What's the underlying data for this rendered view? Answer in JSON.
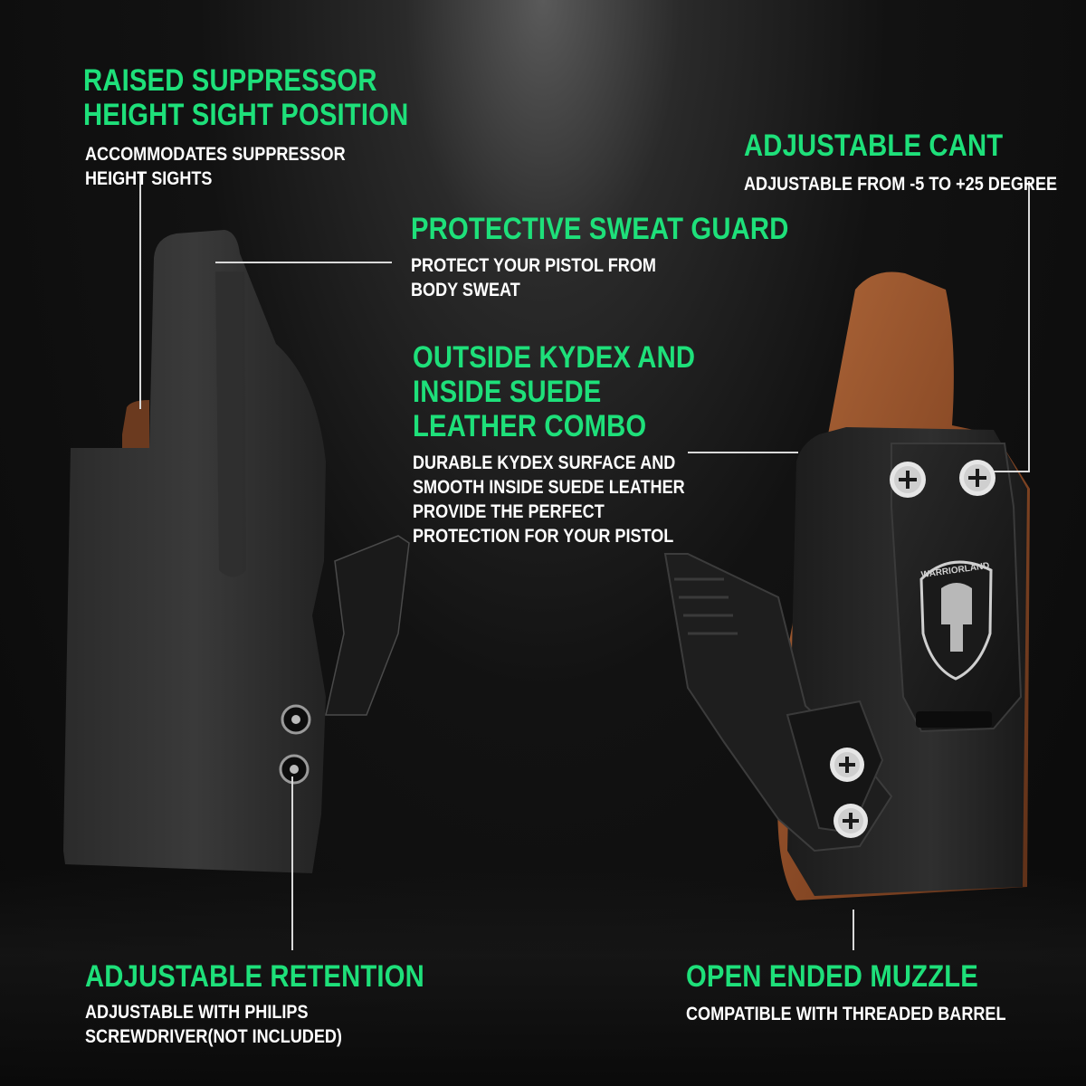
{
  "features": {
    "suppressor_sight": {
      "title_line1": "RAISED SUPPRESSOR",
      "title_line2": "HEIGHT SIGHT POSITION",
      "desc_line1": "ACCOMMODATES SUPPRESSOR",
      "desc_line2": "HEIGHT SIGHTS"
    },
    "sweat_guard": {
      "title": "PROTECTIVE SWEAT GUARD",
      "desc_line1": "PROTECT YOUR PISTOL FROM",
      "desc_line2": "BODY SWEAT"
    },
    "kydex_suede": {
      "title_line1": "OUTSIDE KYDEX AND",
      "title_line2": "INSIDE SUEDE",
      "title_line3": "LEATHER COMBO",
      "desc_line1": "DURABLE KYDEX SURFACE AND",
      "desc_line2": "SMOOTH INSIDE SUEDE LEATHER",
      "desc_line3": "PROVIDE THE PERFECT",
      "desc_line4": "PROTECTION FOR YOUR PISTOL"
    },
    "adjustable_cant": {
      "title": "ADJUSTABLE CANT",
      "desc": "ADJUSTABLE FROM -5 TO +25 DEGREE"
    },
    "adjustable_retention": {
      "title": "ADJUSTABLE RETENTION",
      "desc_line1": "ADJUSTABLE WITH PHILIPS",
      "desc_line2": "SCREWDRIVER(NOT INCLUDED)"
    },
    "open_muzzle": {
      "title": "OPEN ENDED MUZZLE",
      "desc": "COMPATIBLE WITH THREADED BARREL"
    }
  },
  "brand": {
    "logo_text": "WARRIORLAND"
  },
  "colors": {
    "accent": "#1ee07a",
    "text": "#ffffff",
    "kydex": "#262626",
    "suede": "#8a4a26"
  },
  "icons": [
    "spartan-helmet-icon",
    "phillips-screw-icon",
    "retention-screw-icon"
  ]
}
